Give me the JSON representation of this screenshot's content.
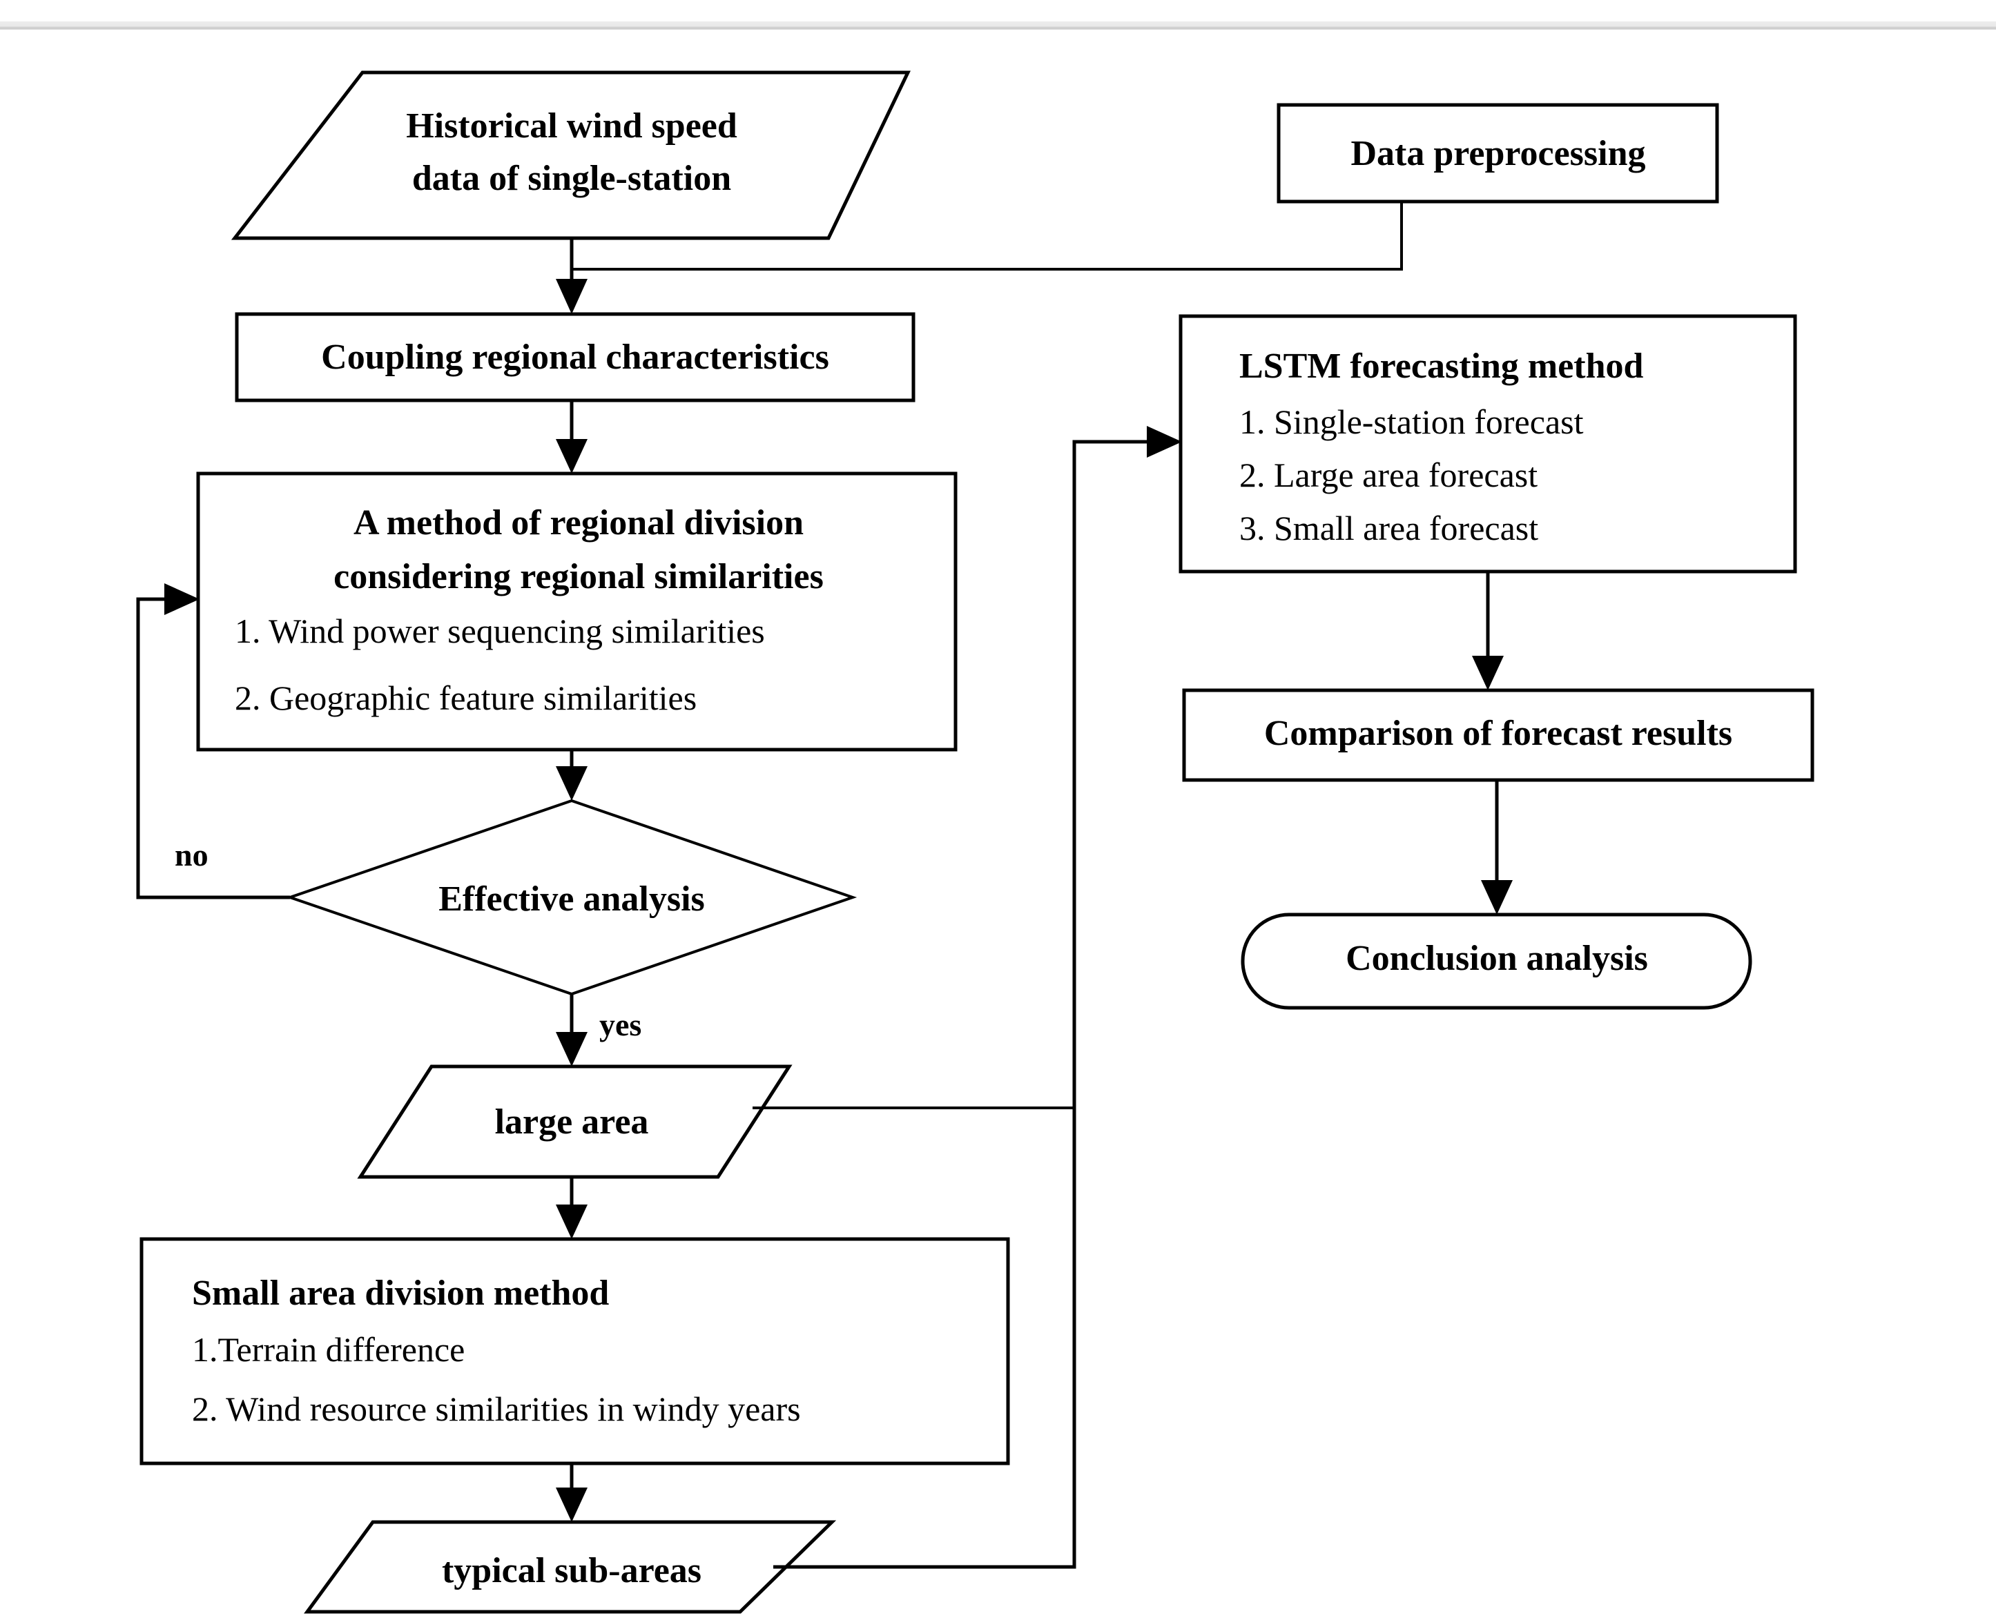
{
  "diagram": {
    "type": "flowchart",
    "title": "Wind speed forecasting regional division flowchart",
    "nodes": [
      {
        "id": "historical-data",
        "shape": "parallelogram",
        "bold": true,
        "lines": [
          "Historical wind speed",
          "data of single-station"
        ]
      },
      {
        "id": "data-preprocessing",
        "shape": "rectangle",
        "bold": true,
        "lines": [
          "Data preprocessing"
        ]
      },
      {
        "id": "coupling-regional-characteristics",
        "shape": "rectangle",
        "bold": true,
        "lines": [
          "Coupling regional characteristics"
        ]
      },
      {
        "id": "regional-division-method",
        "shape": "rectangle",
        "heading": [
          "A method of regional division",
          "considering regional similarities"
        ],
        "items": [
          "1. Wind power sequencing similarities",
          "2. Geographic feature similarities"
        ]
      },
      {
        "id": "effective-analysis",
        "shape": "diamond",
        "bold": true,
        "lines": [
          "Effective analysis"
        ]
      },
      {
        "id": "large-area",
        "shape": "parallelogram",
        "bold": true,
        "lines": [
          "large area"
        ]
      },
      {
        "id": "small-area-division-method",
        "shape": "rectangle",
        "heading": [
          "Small area division method"
        ],
        "items": [
          "1.Terrain difference",
          "2. Wind resource similarities in windy years"
        ]
      },
      {
        "id": "typical-sub-areas",
        "shape": "parallelogram",
        "bold": true,
        "lines": [
          "typical sub-areas"
        ]
      },
      {
        "id": "lstm-forecasting-method",
        "shape": "rectangle",
        "heading": [
          "LSTM forecasting method"
        ],
        "items": [
          "1. Single-station forecast",
          "2. Large area forecast",
          "3. Small area forecast"
        ]
      },
      {
        "id": "comparison-of-forecast-results",
        "shape": "rectangle",
        "bold": true,
        "lines": [
          "Comparison of forecast results"
        ]
      },
      {
        "id": "conclusion-analysis",
        "shape": "stadium",
        "bold": true,
        "lines": [
          "Conclusion analysis"
        ]
      }
    ],
    "edge_labels": {
      "no": "no",
      "yes": "yes"
    },
    "colors": {
      "line": "#000000",
      "fill": "#ffffff",
      "text": "#000000",
      "top_band": "#dcdcdc"
    }
  },
  "nodes_text": {
    "historical_data_line1": "Historical wind speed",
    "historical_data_line2": "data of single-station",
    "data_preprocessing": "Data preprocessing",
    "coupling": "Coupling regional characteristics",
    "regional_division_head1": "A method of regional division",
    "regional_division_head2": "considering regional similarities",
    "regional_division_item1": "1. Wind power sequencing similarities",
    "regional_division_item2": "2. Geographic feature similarities",
    "effective_analysis": "Effective analysis",
    "large_area": "large area",
    "small_area_head": "Small area division method",
    "small_area_item1": "1.Terrain difference",
    "small_area_item2": "2. Wind resource similarities in windy years",
    "typical_sub_areas": "typical sub-areas",
    "lstm_head": "LSTM forecasting method",
    "lstm_item1": "1. Single-station forecast",
    "lstm_item2": "2. Large area forecast",
    "lstm_item3": "3. Small area forecast",
    "comparison": "Comparison of forecast results",
    "conclusion": "Conclusion analysis",
    "label_no": "no",
    "label_yes": "yes"
  }
}
